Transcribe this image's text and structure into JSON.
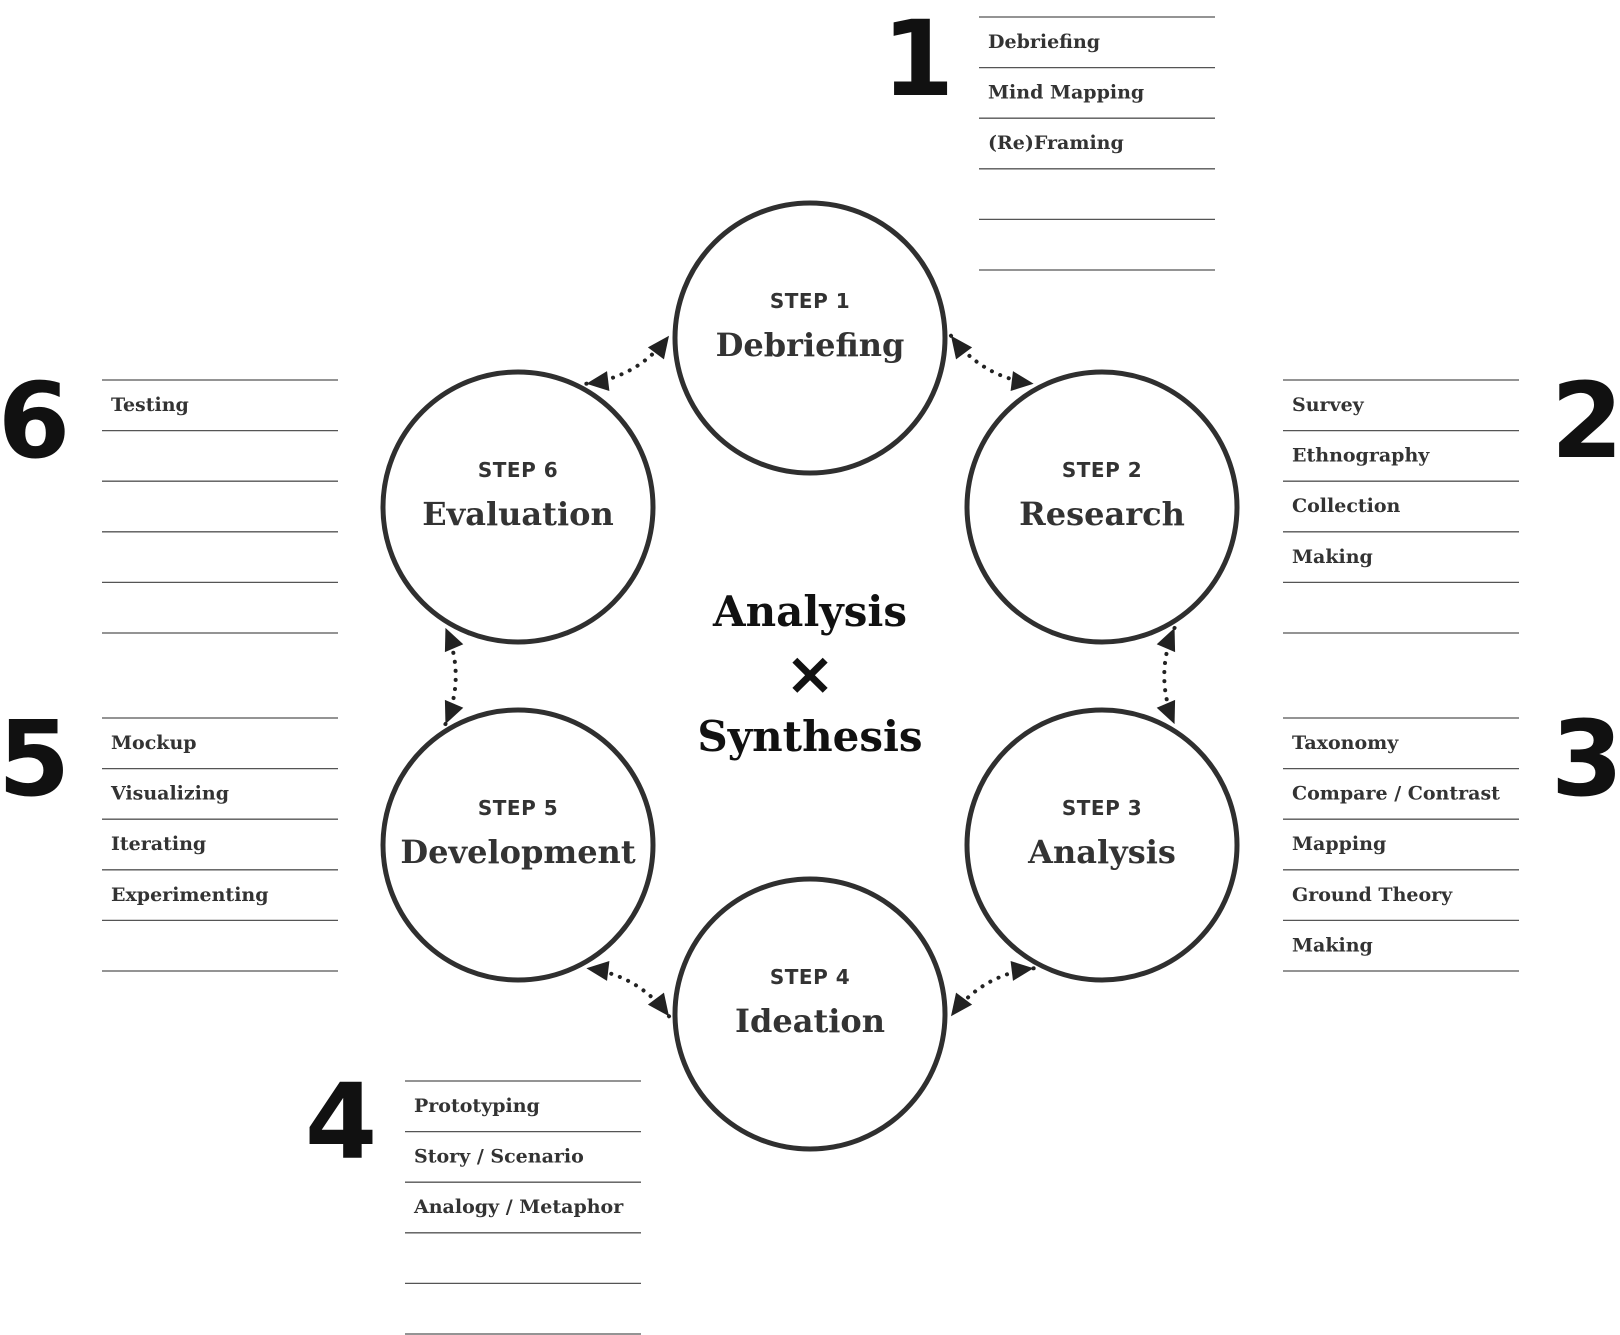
{
  "center": {
    "line1": "Analysis",
    "symbol": "×",
    "line2": "Synthesis"
  },
  "steps": [
    {
      "number": "1",
      "label": "STEP 1",
      "name": "Debriefing",
      "methods": [
        "Debriefing",
        "Mind Mapping",
        "(Re)Framing",
        "",
        ""
      ]
    },
    {
      "number": "2",
      "label": "STEP 2",
      "name": "Research",
      "methods": [
        "Survey",
        "Ethnography",
        "Collection",
        "Making",
        ""
      ]
    },
    {
      "number": "3",
      "label": "STEP 3",
      "name": "Analysis",
      "methods": [
        "Taxonomy",
        "Compare / Contrast",
        "Mapping",
        "Ground Theory",
        "Making"
      ]
    },
    {
      "number": "4",
      "label": "STEP 4",
      "name": "Ideation",
      "methods": [
        "Prototyping",
        "Story / Scenario",
        "Analogy / Metaphor",
        "",
        ""
      ]
    },
    {
      "number": "5",
      "label": "STEP 5",
      "name": "Development",
      "methods": [
        "Mockup",
        "Visualizing",
        "Iterating",
        "Experimenting",
        ""
      ]
    },
    {
      "number": "6",
      "label": "STEP 6",
      "name": "Evaluation",
      "methods": [
        "Testing",
        "",
        "",
        "",
        ""
      ]
    }
  ],
  "colors": {
    "stroke": "#2f2f2f",
    "text": "#333333",
    "numbers": "#111111"
  }
}
